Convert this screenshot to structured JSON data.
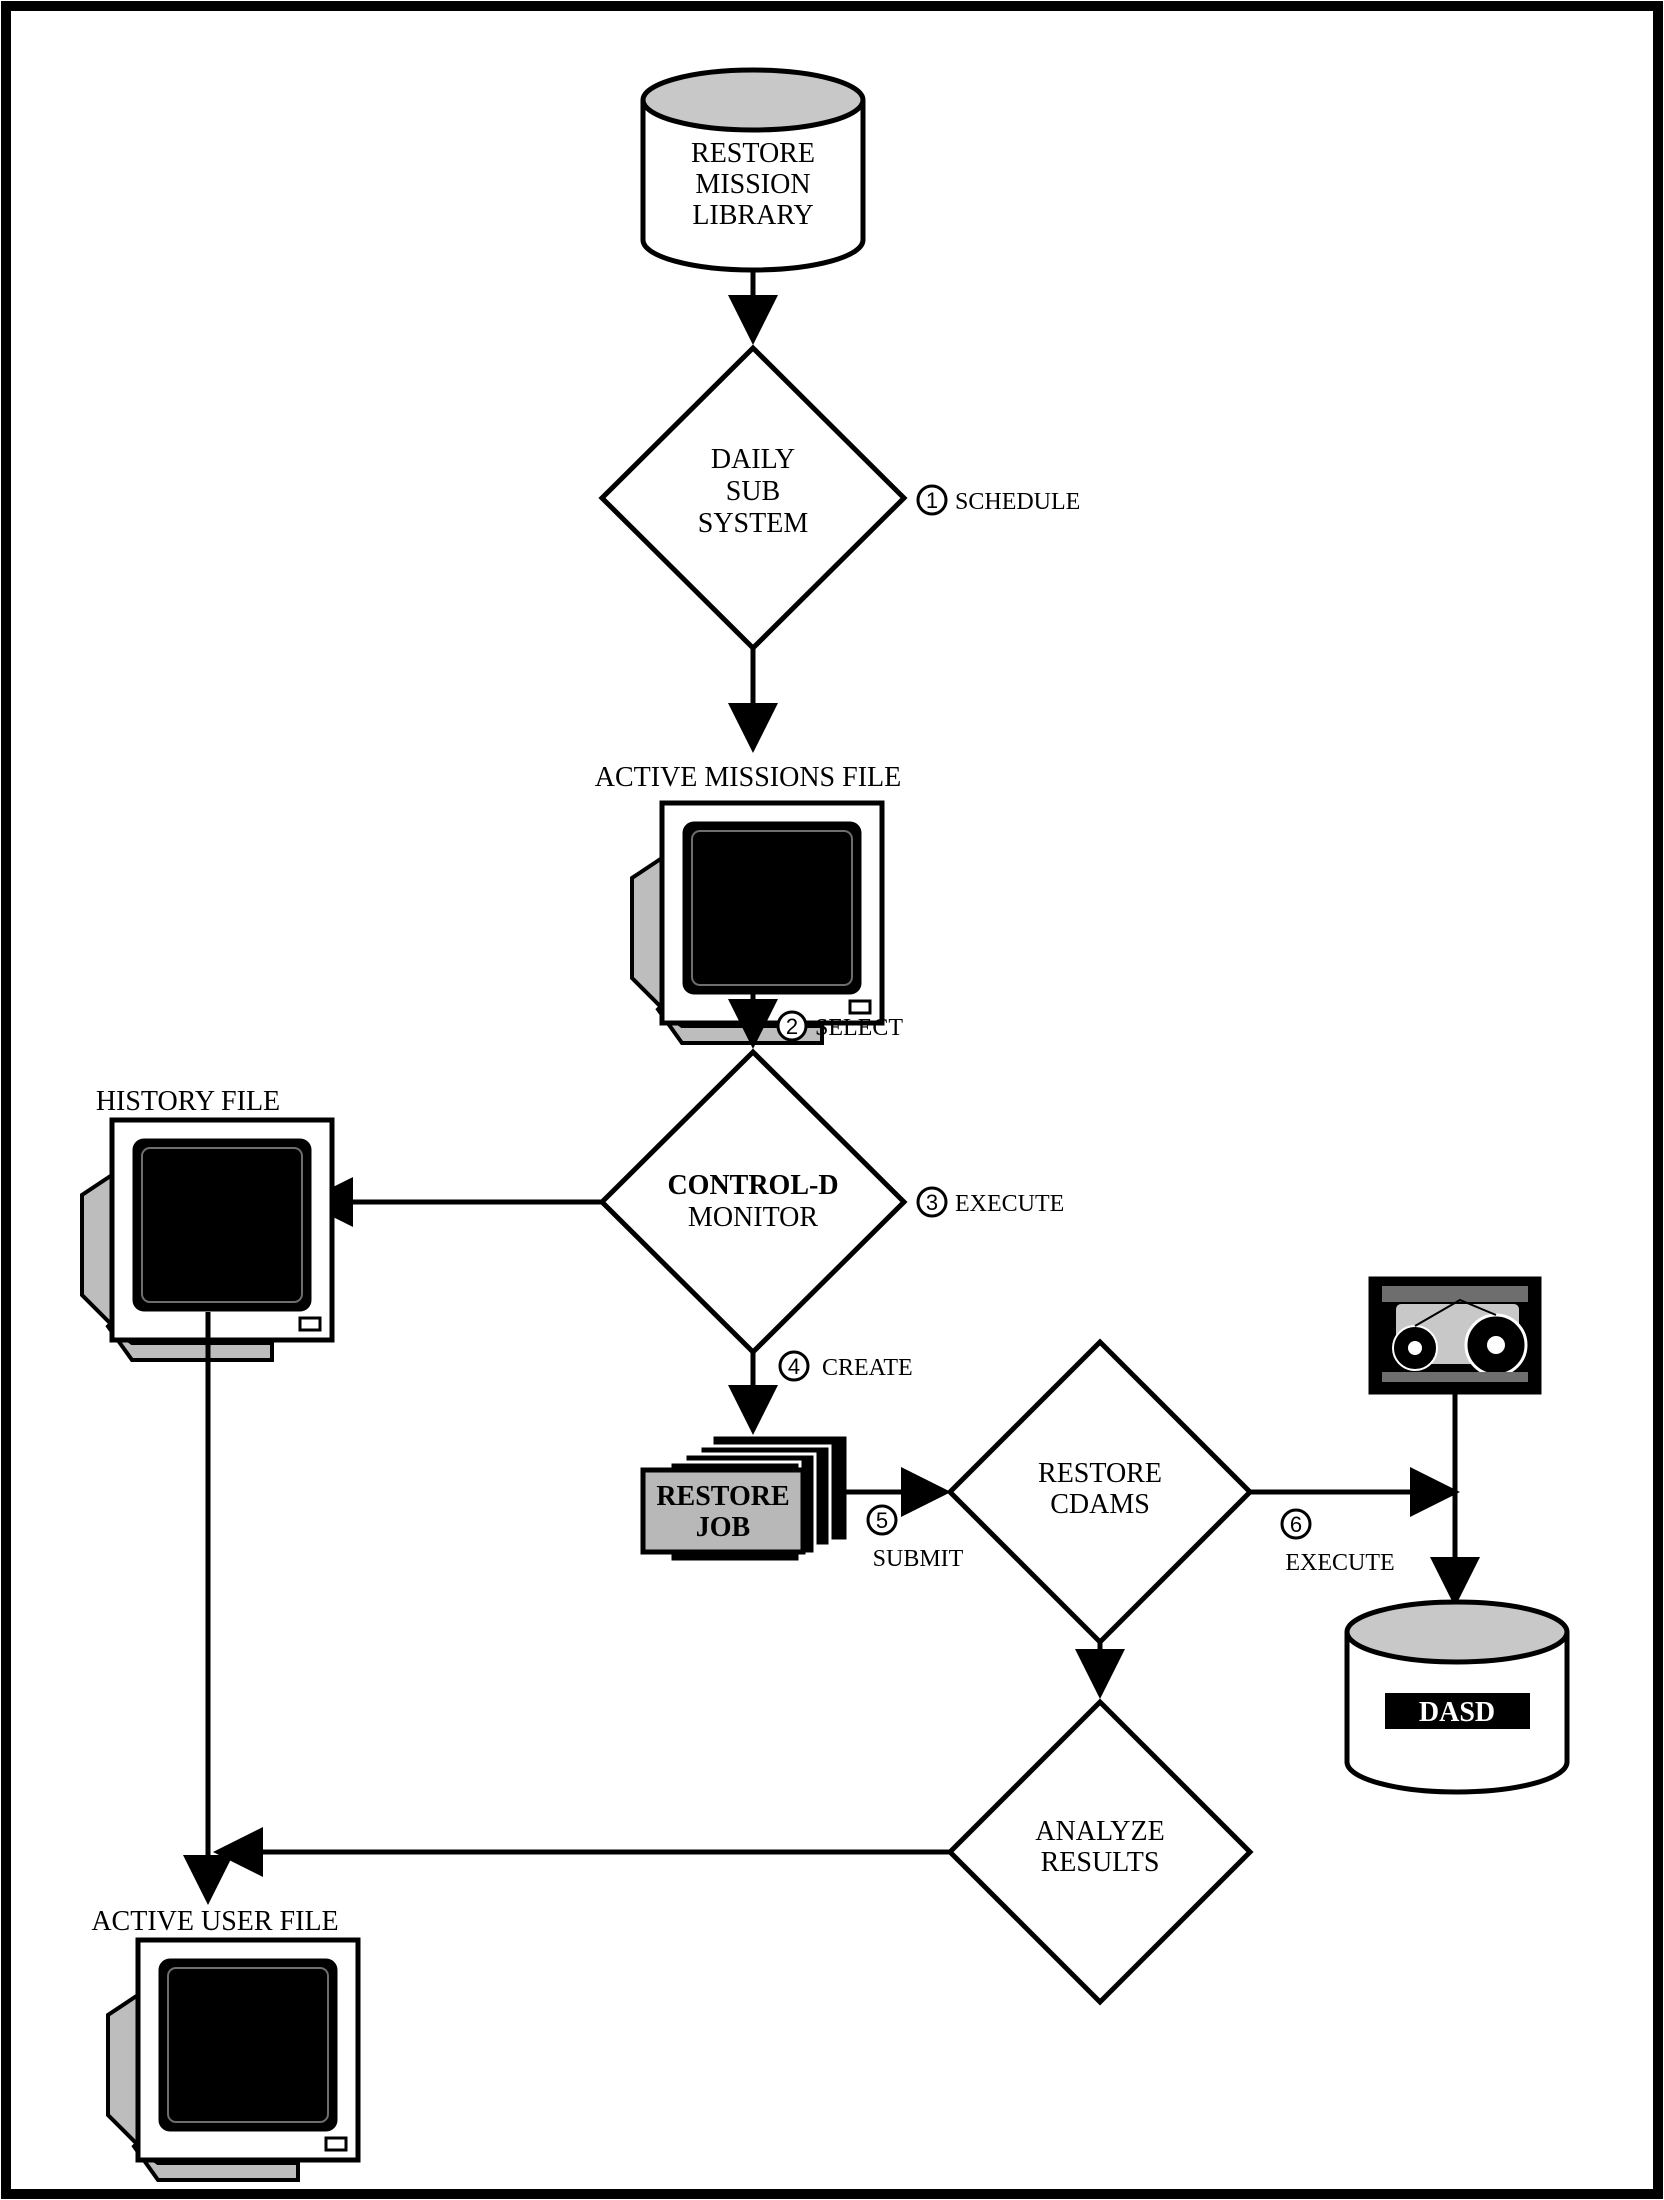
{
  "nodes": {
    "restore_mission_library": [
      "RESTORE",
      "MISSION",
      "LIBRARY"
    ],
    "daily_sub_system": [
      "DAILY",
      "SUB",
      "SYSTEM"
    ],
    "active_missions_file": "ACTIVE MISSIONS FILE",
    "history_file": "HISTORY  FILE",
    "control_d_monitor": [
      "CONTROL-D",
      "MONITOR"
    ],
    "restore_job": [
      "RESTORE",
      "JOB"
    ],
    "restore_cdams": [
      "RESTORE",
      "CDAMS"
    ],
    "dasd": "DASD",
    "analyze_results": [
      "ANALYZE",
      "RESULTS"
    ],
    "active_user_file": "ACTIVE  USER  FILE"
  },
  "steps": [
    {
      "num": "1",
      "label": "SCHEDULE",
      "filled": false
    },
    {
      "num": "2",
      "label": "SELECT",
      "filled": false
    },
    {
      "num": "3",
      "label": "EXECUTE",
      "filled": false
    },
    {
      "num": "4",
      "label": "CREATE",
      "filled": false
    },
    {
      "num": "5",
      "label": "SUBMIT",
      "filled": false
    },
    {
      "num": "6",
      "label": "EXECUTE",
      "filled": false
    }
  ]
}
